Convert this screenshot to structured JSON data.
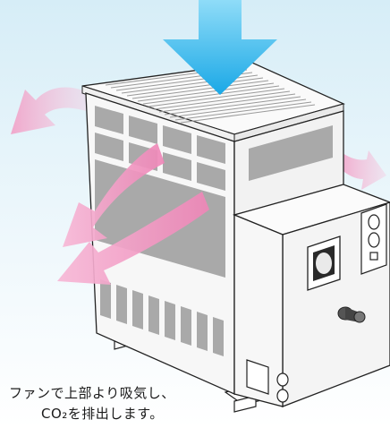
{
  "caption": {
    "line1": "ファンで上部より吸気し、",
    "line2": "CO₂を排出します。"
  },
  "colors": {
    "intake_arrow": "#29b6ec",
    "exhaust_arrow": "#f29bc4",
    "unit_body": "#f7f7f7",
    "vent_slots": "#a9a9a9",
    "outline": "#222222"
  },
  "icons": {
    "intake": "down-arrow",
    "exhaust": "curved-arrow"
  }
}
